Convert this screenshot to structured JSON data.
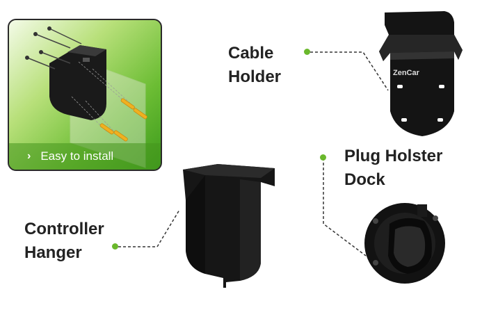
{
  "install": {
    "text": "Easy to install",
    "chevron": "›"
  },
  "labels": {
    "cable_holder": [
      "Cable",
      "Holder"
    ],
    "plug_holster": [
      "Plug Holster",
      "Dock"
    ],
    "controller_hanger": [
      "Controller",
      "Hanger"
    ]
  },
  "brand": "ZenCar",
  "colors": {
    "accent_green": "#6ab82c",
    "product_black": "#151515"
  }
}
